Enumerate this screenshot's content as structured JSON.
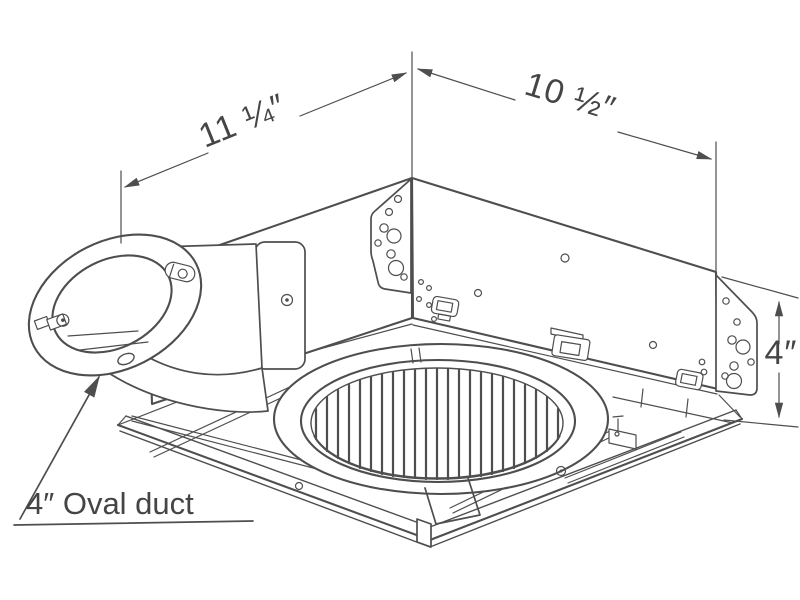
{
  "diagram": {
    "dimension_width_label": "11 ¼″",
    "dimension_depth_label": "10 ½″",
    "dimension_height_label": "4″",
    "duct_annotation": "4″ Oval duct",
    "colors": {
      "line": "#4e4e4e",
      "text": "#454545",
      "background": "#ffffff"
    }
  }
}
